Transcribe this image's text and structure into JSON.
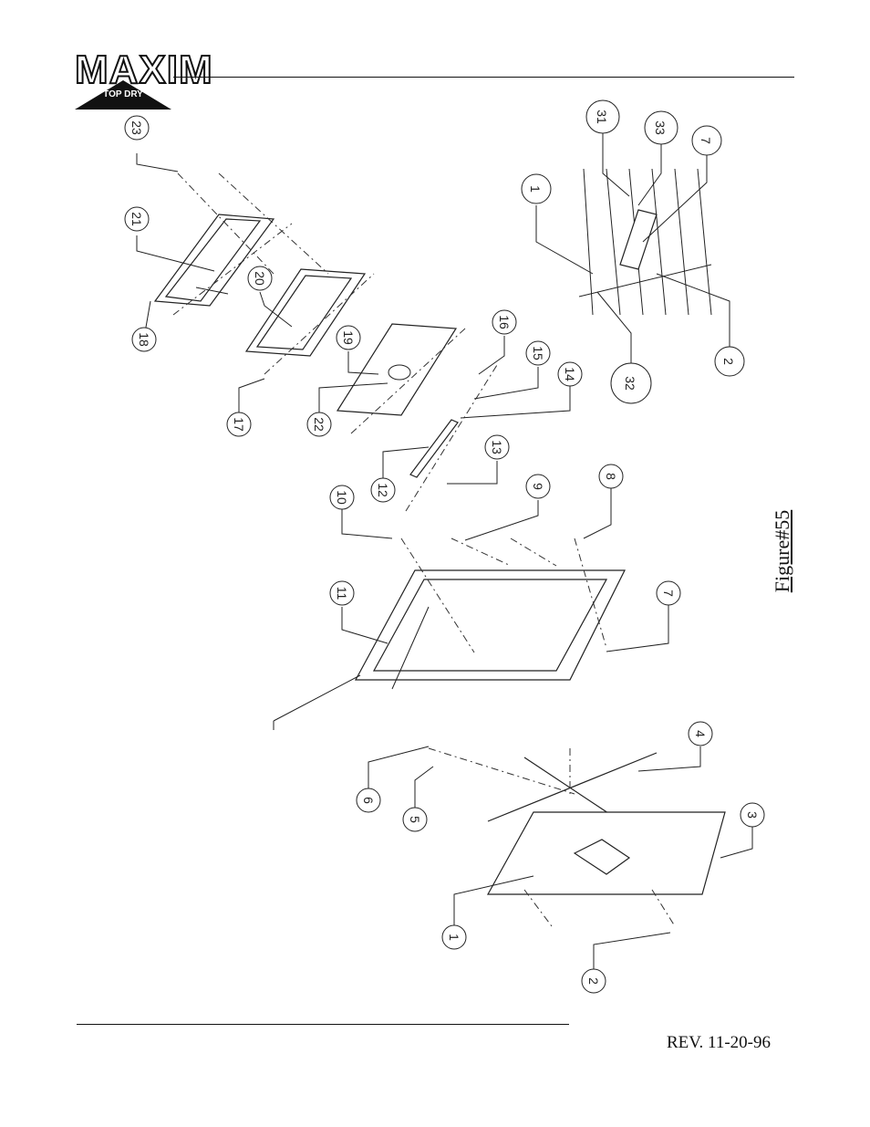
{
  "logo": {
    "word": "MAXIM",
    "sub": "TOP DRY"
  },
  "figure_label": "Figure#55",
  "revision": "REV. 11-20-96",
  "callouts": [
    "23",
    "21",
    "18",
    "20",
    "17",
    "22",
    "19",
    "16",
    "15",
    "14",
    "12",
    "13",
    "10",
    "9",
    "8",
    "11",
    "7",
    "6",
    "5",
    "4",
    "3",
    "1",
    "2",
    "31",
    "33",
    "7",
    "1",
    "2",
    "32"
  ]
}
